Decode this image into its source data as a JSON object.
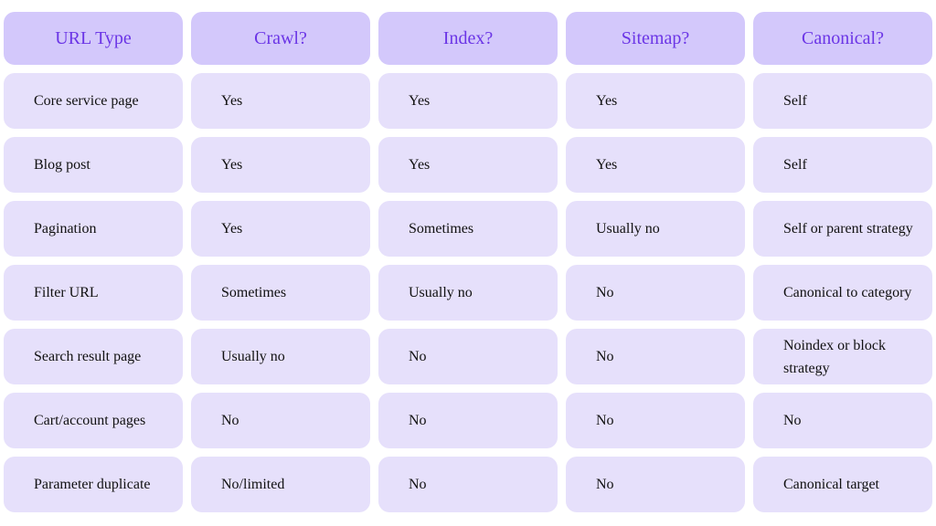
{
  "table": {
    "headers": [
      "URL Type",
      "Crawl?",
      "Index?",
      "Sitemap?",
      "Canonical?"
    ],
    "rows": [
      [
        "Core service page",
        "Yes",
        "Yes",
        "Yes",
        "Self"
      ],
      [
        "Blog post",
        "Yes",
        "Yes",
        "Yes",
        "Self"
      ],
      [
        "Pagination",
        "Yes",
        "Sometimes",
        "Usually no",
        "Self or parent strategy"
      ],
      [
        "Filter URL",
        "Sometimes",
        "Usually no",
        "No",
        "Canonical to category"
      ],
      [
        "Search result page",
        "Usually no",
        "No",
        "No",
        "Noindex or block strategy"
      ],
      [
        "Cart/account pages",
        "No",
        "No",
        "No",
        "No"
      ],
      [
        "Parameter duplicate",
        "No/limited",
        "No",
        "No",
        "Canonical target"
      ]
    ]
  },
  "colors": {
    "header_bg": "#d3c8fb",
    "header_text": "#6b35e6",
    "cell_bg": "#e6e0fb",
    "cell_text": "#111111"
  }
}
